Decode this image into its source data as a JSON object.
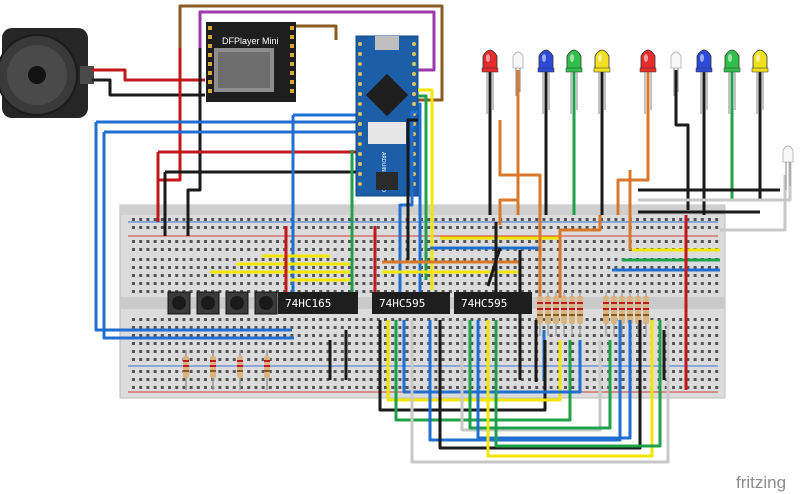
{
  "diagram": {
    "chips": {
      "shift_in": "74HC165",
      "shift_out_1": "74HC595",
      "shift_out_2": "74HC595"
    },
    "mp3_module": "DFPlayer Mini",
    "arduino": "ARDUINO NANO",
    "brand": "fritzing"
  },
  "colors": {
    "red": "#c0181c",
    "black": "#1a1a1a",
    "blue": "#1f6fd0",
    "green": "#1fa14a",
    "yellow": "#f2e600",
    "orange": "#d9782a",
    "white_wire": "#c8c8c8",
    "brown": "#8b5a1e",
    "purple": "#9b3aa8",
    "led_red": "#e62b2b",
    "led_blue": "#2c49d8",
    "led_green": "#2fbf4a",
    "led_yellow": "#f0e020"
  },
  "leds": [
    {
      "color": "red"
    },
    {
      "color": "white"
    },
    {
      "color": "blue"
    },
    {
      "color": "green"
    },
    {
      "color": "yellow"
    },
    {
      "color": "red"
    },
    {
      "color": "white"
    },
    {
      "color": "blue"
    },
    {
      "color": "green"
    },
    {
      "color": "yellow"
    },
    {
      "color": "white"
    }
  ],
  "buttons_count": 4,
  "pulldown_resistors_count": 4,
  "led_resistors_count": 12
}
